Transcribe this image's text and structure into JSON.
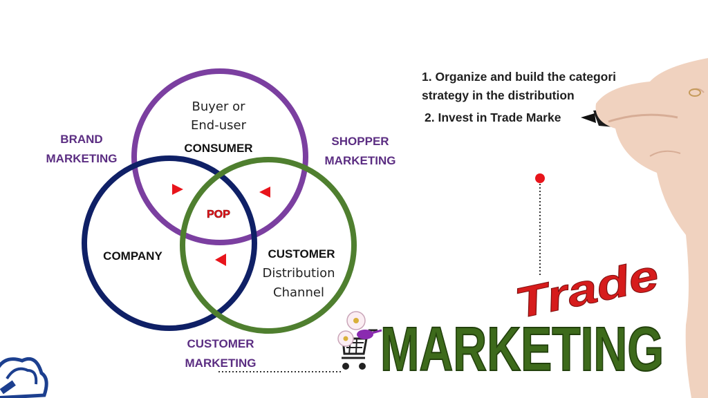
{
  "diagram": {
    "circles": {
      "consumer": {
        "title": "CONSUMER",
        "subtitle_line1": "Buyer or",
        "subtitle_line2": "End-user"
      },
      "company": {
        "title": "COMPANY"
      },
      "customer": {
        "title": "CUSTOMER",
        "subtitle_line1": "Distribution",
        "subtitle_line2": "Channel"
      }
    },
    "center_label": "POP",
    "labels": {
      "brand_line1": "BRAND",
      "brand_line2": "MARKETING",
      "shopper_line1": "SHOPPER",
      "shopper_line2": "MARKETING",
      "customer_mkt_line1": "CUSTOMER",
      "customer_mkt_line2": "MARKETING"
    }
  },
  "steps": {
    "step1_line1": "1. Organize and build the categori",
    "step1_line2": "strategy in the distribution",
    "step2": "2. Invest in Trade Marke"
  },
  "logo": {
    "script_word": "Trade",
    "main_word": "MARKETING"
  },
  "colors": {
    "consumer_circle": "#7b3fa0",
    "company_circle": "#0f2066",
    "customer_circle": "#4f7f2f",
    "marketing_labels": "#5b2d82",
    "arrows": "#e8141b",
    "pop_text": "#e8141b",
    "marketing_word": "#3d6a1b",
    "trade_word": "#d61c1c"
  }
}
